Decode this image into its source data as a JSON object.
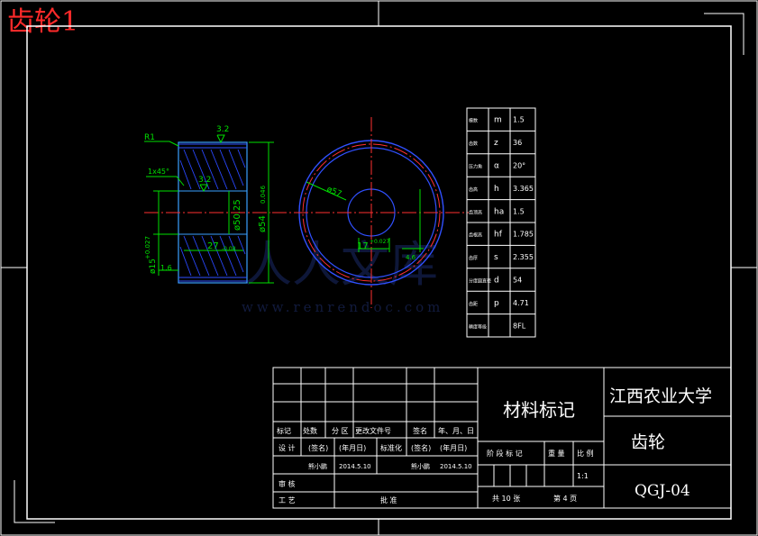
{
  "overlay_title": "齿轮1",
  "watermark": {
    "text": "www.renrendoc.com",
    "logo_text": "人人文库"
  },
  "dims": {
    "rough_top": "3.2",
    "rough_mid": "3.2",
    "r1": "R1",
    "chamfer": "1x45°",
    "bore": "ø50.25",
    "outer": "ø54",
    "outer_tol": "0.046",
    "bore_small": "ø15",
    "bore_small_tol": "+0.027",
    "w16": "1.6",
    "width": "27",
    "width_tol": "-0.08",
    "keyway": "17",
    "keyway_tol": "+0.027",
    "key_small": "4.6",
    "circle_label": "ø57"
  },
  "gear_table": {
    "rows": [
      {
        "name": "模数",
        "sym": "m",
        "val": "1.5"
      },
      {
        "name": "齿数",
        "sym": "z",
        "val": "36"
      },
      {
        "name": "压力角",
        "sym": "α",
        "val": "20°"
      },
      {
        "name": "齿高",
        "sym": "h",
        "val": "3.365"
      },
      {
        "name": "齿顶高",
        "sym": "ha",
        "val": "1.5"
      },
      {
        "name": "齿根高",
        "sym": "hf",
        "val": "1.785"
      },
      {
        "name": "齿厚",
        "sym": "s",
        "val": "2.355"
      },
      {
        "name": "分度圆直径",
        "sym": "d",
        "val": "54"
      },
      {
        "name": "齿距",
        "sym": "p",
        "val": "4.71"
      },
      {
        "name": "精度等级",
        "sym": "",
        "val": "8FL"
      }
    ]
  },
  "title_block": {
    "material": "材料标记",
    "school": "江西农业大学",
    "part_name": "齿轮",
    "drawing_no": "QGJ-04",
    "headers": [
      "标记",
      "处数",
      "分 区",
      "更改文件号",
      "签名",
      "年、月、日"
    ],
    "design": "设 计",
    "sign1": "(签名)",
    "date1": "(年月日)",
    "standard": "标准化",
    "sign2": "(签名)",
    "date2": "(年月日)",
    "designer": "熊小鹏",
    "design_date": "2014.5.10",
    "std_person": "熊小鹏",
    "std_date": "2014.5.10",
    "check": "审 核",
    "process": "工 艺",
    "approve": "批 准",
    "stage_headers": [
      "阶 段 标 记",
      "重 量",
      "比 例"
    ],
    "scale": "1:1",
    "total_pages": "共 10 张",
    "page_no": "第 4 页"
  }
}
